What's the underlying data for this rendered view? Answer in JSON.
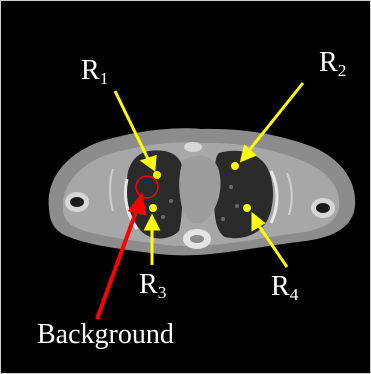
{
  "image": {
    "background_color": "#000000",
    "roi_color": "#ffff00",
    "background_roi_color": "#ff0000"
  },
  "labels": {
    "r1": {
      "base": "R",
      "sub": "1"
    },
    "r2": {
      "base": "R",
      "sub": "2"
    },
    "r3": {
      "base": "R",
      "sub": "3"
    },
    "r4": {
      "base": "R",
      "sub": "4"
    },
    "background": "Background"
  }
}
